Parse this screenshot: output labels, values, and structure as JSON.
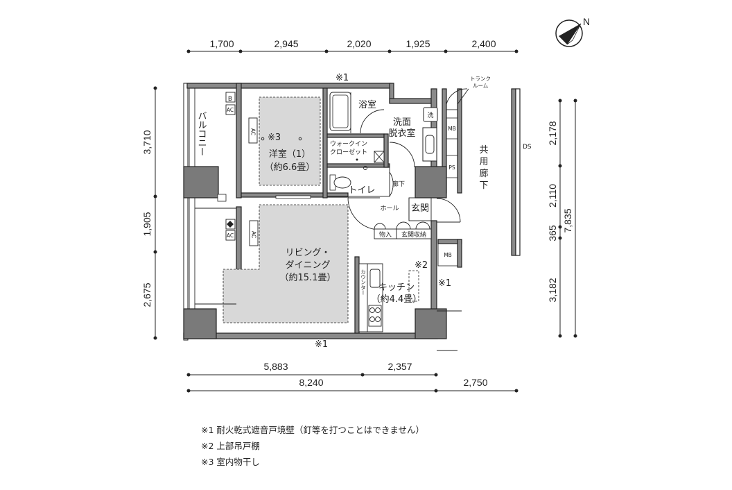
{
  "dimensions": {
    "top": [
      "1,700",
      "2,945",
      "2,020",
      "1,925",
      "2,400"
    ],
    "left": [
      "3,710",
      "1,905",
      "2,675"
    ],
    "right_inner": [
      "2,178",
      "2,110",
      "365",
      "3,182"
    ],
    "right_total": "7,835",
    "bottom_row1": [
      "5,883",
      "2,357"
    ],
    "bottom_row2": [
      "8,240",
      "2,750"
    ]
  },
  "rooms": {
    "balcony": "バルコニー",
    "bedroom_name": "洋室（1）",
    "bedroom_size": "（約6.6畳）",
    "bedroom_mark": "※3",
    "wic_line1": "ウォークイン",
    "wic_line2": "クローゼット",
    "bath": "浴室",
    "wash_line1": "洗面",
    "wash_line2": "脱衣室",
    "washer": "洗",
    "toilet": "トイレ",
    "hallway": "廊下",
    "hall": "ホール",
    "entrance": "玄関",
    "storage": "物入",
    "shoe_storage": "玄関収納",
    "living_line1": "リビング・",
    "living_line2": "ダイニング",
    "living_size": "（約15.1畳）",
    "kitchen_name": "キッチン",
    "kitchen_size": "（約4.4畳）",
    "kitchen_mark": "※2",
    "counter": "カウンター",
    "trunk_line1": "トランク",
    "trunk_line2": "ルーム",
    "corridor": [
      "共",
      "用",
      "廊",
      "下"
    ],
    "ds": "DS",
    "mb": "MB",
    "ps": "PS",
    "ac": "AC",
    "b": "B",
    "mark1": "※1"
  },
  "compass": "N",
  "notes": [
    "※1 耐火乾式遮音戸境壁（釘等を打つことはできません）",
    "※2 上部吊戸棚",
    "※3 室内物干し"
  ]
}
